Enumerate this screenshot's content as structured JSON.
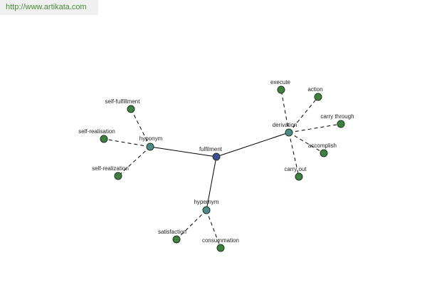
{
  "header": {
    "url_text": "http://www.artikata.com"
  },
  "colors": {
    "center_node": "#3d4f8e",
    "relation_node": "#4f8a8a",
    "word_node": "#3f7f3f",
    "url_text": "#4a8a3c"
  },
  "graph": {
    "center": {
      "id": "fulfilment",
      "label": "fulfilment",
      "kind": "center"
    },
    "relations": [
      {
        "id": "hyponym",
        "label": "hyponym",
        "kind": "relation"
      },
      {
        "id": "derivation",
        "label": "derivation",
        "kind": "relation"
      },
      {
        "id": "hypernym",
        "label": "hypernym",
        "kind": "relation"
      }
    ],
    "words": [
      {
        "id": "self-fulfillment",
        "label": "self-fulfillment",
        "relation": "hyponym"
      },
      {
        "id": "self-realisation",
        "label": "self-realisation",
        "relation": "hyponym"
      },
      {
        "id": "self-realization",
        "label": "self-realization",
        "relation": "hyponym"
      },
      {
        "id": "execute",
        "label": "execute",
        "relation": "derivation"
      },
      {
        "id": "action",
        "label": "action",
        "relation": "derivation"
      },
      {
        "id": "carry-through",
        "label": "carry through",
        "relation": "derivation"
      },
      {
        "id": "accomplish",
        "label": "accomplish",
        "relation": "derivation"
      },
      {
        "id": "carry-out",
        "label": "carry out",
        "relation": "derivation"
      },
      {
        "id": "satisfaction",
        "label": "satisfaction",
        "relation": "hypernym"
      },
      {
        "id": "consummation",
        "label": "consummation",
        "relation": "hypernym"
      }
    ]
  }
}
